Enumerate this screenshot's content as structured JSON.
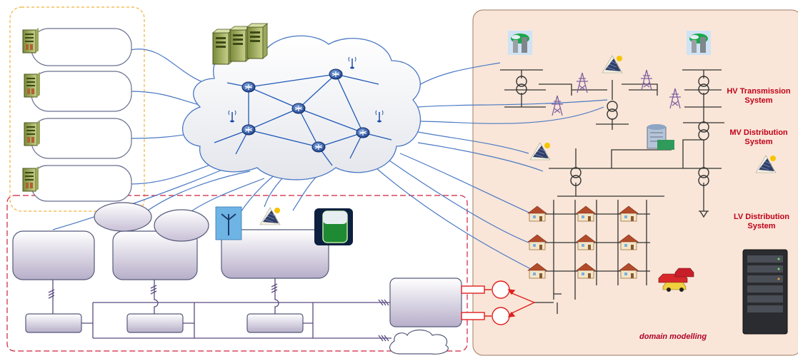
{
  "labels": {
    "hv_transmission": "HV Transmission System",
    "mv_distribution": "MV Distribution System",
    "lv_distribution": "LV Distribution System",
    "domain_modelling": "domain modelling"
  },
  "colors": {
    "grid_panel": "#f9e6d8",
    "comm_link": "#4a78c4",
    "label_red": "#c0001a",
    "purple_box": "#b8b0c8"
  },
  "icons": [
    "server-icon",
    "router-icon",
    "antenna-icon",
    "power-plant-icon",
    "transformer-icon",
    "pylon-icon",
    "house-icon",
    "building-icon",
    "solar-panel-icon",
    "wind-turbine-icon",
    "battery-icon",
    "electric-car-icon",
    "server-rack-icon",
    "cloud-icon"
  ]
}
